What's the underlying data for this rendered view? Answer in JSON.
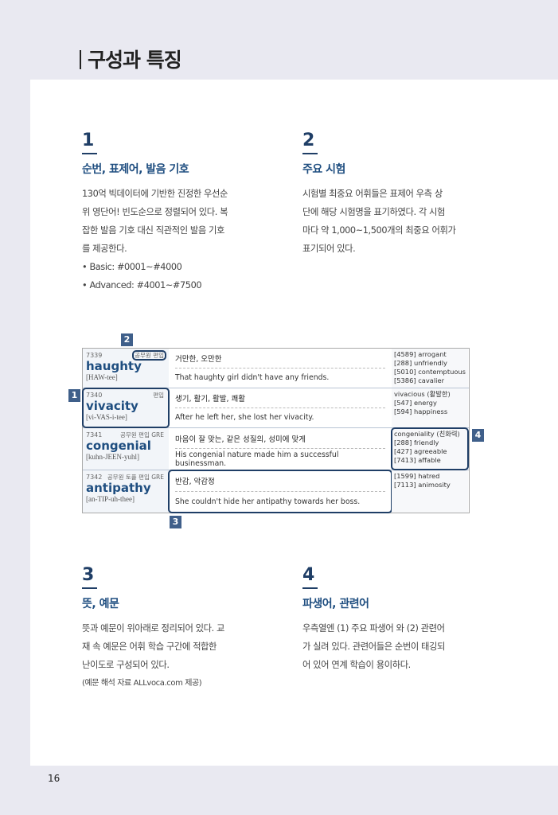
{
  "title": "구성과 특징",
  "sections": [
    {
      "num": "1",
      "heading": "순번, 표제어, 발음 기호",
      "lines": [
        "130억 빅데이터에 기반한 진정한 우선순",
        "위 영단어! 빈도순으로 정렬되어 있다. 복",
        "잡한 발음 기호 대신 직관적인 발음 기호",
        "를 제공한다.",
        "• Basic: #0001~#4000",
        "• Advanced: #4001~#7500"
      ]
    },
    {
      "num": "2",
      "heading": "주요 시험",
      "lines": [
        "시험별 최중요 어휘들은 표제어 우측 상",
        "단에 해당 시험명을 표기하였다. 각 시험",
        "마다 약 1,000~1,500개의 최중요 어휘가",
        "표기되어 있다."
      ]
    },
    {
      "num": "3",
      "heading": "뜻, 예문",
      "lines": [
        "뜻과 예문이 위아래로 정리되어 있다. 교",
        "재 속 예문은 어휘 학습 구간에 적합한",
        "난이도로 구성되어 있다."
      ],
      "note": "(예문 해석 자료 ALLvoca.com 제공)"
    },
    {
      "num": "4",
      "heading": "파생어, 관련어",
      "lines": [
        "우측열엔 (1) 주요 파생어 와 (2) 관련어",
        "가 실려 있다. 관련어들은 순번이 태깅되",
        "어 있어 연계 학습이 용이하다."
      ]
    }
  ],
  "entries": [
    {
      "id": "7339",
      "tags": "공무원 편입",
      "word": "haughty",
      "pron": "[HAW-tee]",
      "meaning": "거만한, 오만한",
      "example": "That haughty girl didn't have any friends.",
      "related": [
        "[4589] arrogant",
        "[288] unfriendly",
        "[5010] contemptuous",
        "[5386] cavalier"
      ]
    },
    {
      "id": "7340",
      "tags": "편입",
      "word": "vivacity",
      "pron": "[vi-VAS-i-tee]",
      "meaning": "생기, 활기, 활발, 쾌활",
      "example": "After he left her, she lost her vivacity.",
      "related": [
        "vivacious (활발한)",
        "[547] energy",
        "[594] happiness"
      ]
    },
    {
      "id": "7341",
      "tags": "공무원 편입 GRE",
      "word": "congenial",
      "pron": "[kuhn-JEEN-yuhl]",
      "meaning": "마음이 잘 맞는, 같은 성질의, 성미에 맞게",
      "example": "His congenial nature made him a successful businessman.",
      "related": [
        "congeniality (친화력)",
        "[288] friendly",
        "[427] agreeable",
        "[7413] affable"
      ]
    },
    {
      "id": "7342",
      "tags": "공무원 토플 편입 GRE",
      "word": "antipathy",
      "pron": "[an-TIP-uh-thee]",
      "meaning": "반감, 악감정",
      "example": "She couldn't hide her antipathy towards her boss.",
      "related": [
        "[1599] hatred",
        "[7113] animosity"
      ]
    }
  ],
  "badges": [
    "1",
    "2",
    "3",
    "4"
  ],
  "page_number": "16"
}
